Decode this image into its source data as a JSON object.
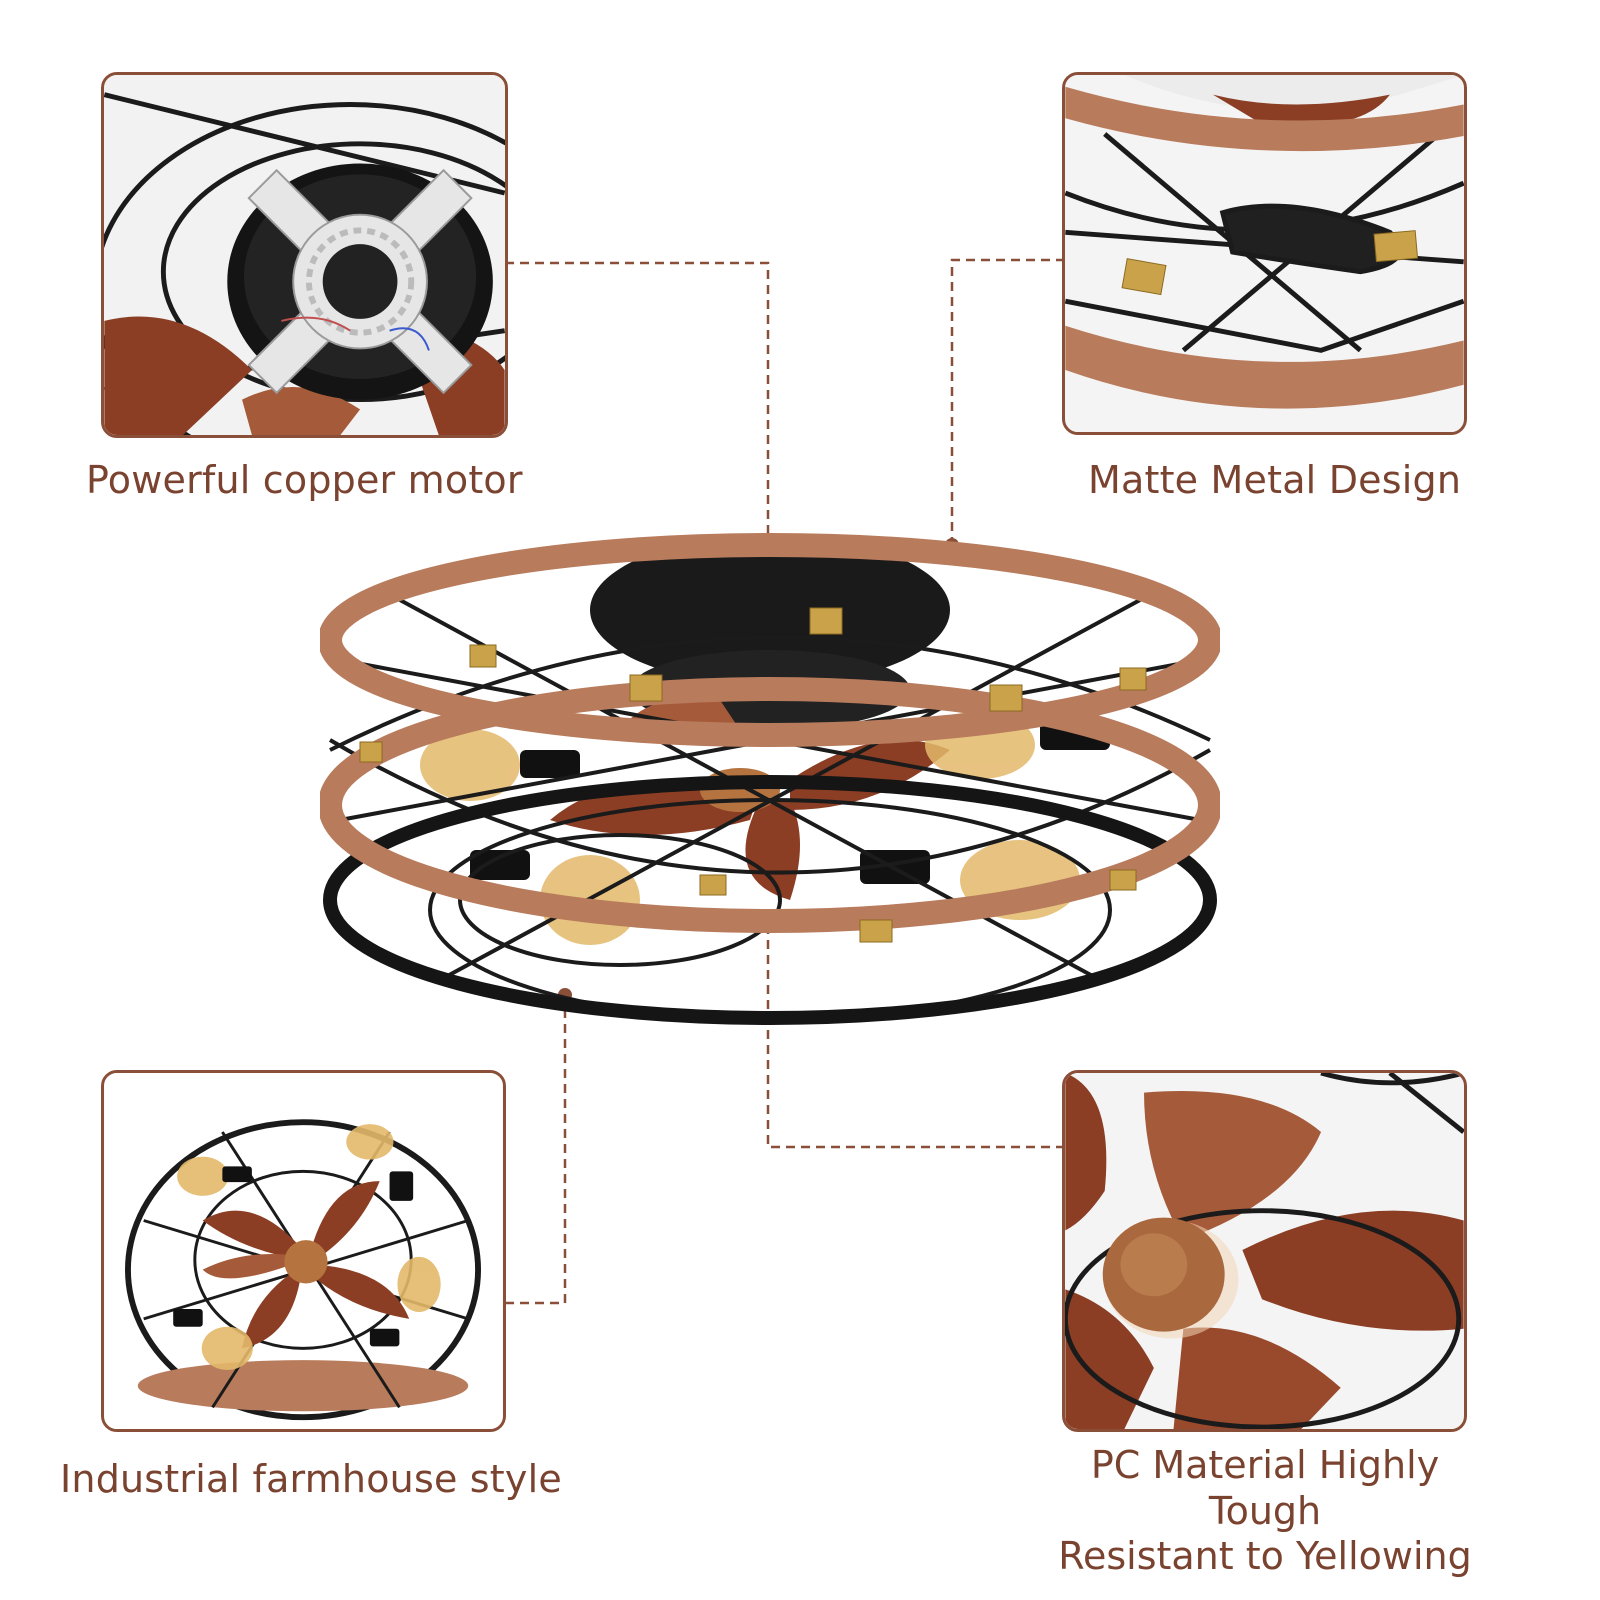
{
  "features": [
    {
      "id": "motor",
      "caption": "Powerful copper motor",
      "icon": "motor-mounting-bracket-icon"
    },
    {
      "id": "metal",
      "caption": "Matte Metal Design",
      "icon": "metal-cage-ring-icon"
    },
    {
      "id": "style",
      "caption": "Industrial farmhouse style",
      "icon": "fan-top-view-icon"
    },
    {
      "id": "blades",
      "caption_lines": [
        "PC Material Highly Tough",
        "Resistant to Yellowing"
      ],
      "icon": "fan-blade-closeup-icon"
    }
  ],
  "colors": {
    "accent": "#7a4330",
    "frame": "#8a4f38",
    "wood": "#8b3e24",
    "wood_light": "#a55a3a",
    "metal_black": "#1b1b1b",
    "brass": "#c9a24a",
    "copper": "#b5733f",
    "ring": "#b87b5c",
    "bulb": "#e3b86a"
  }
}
